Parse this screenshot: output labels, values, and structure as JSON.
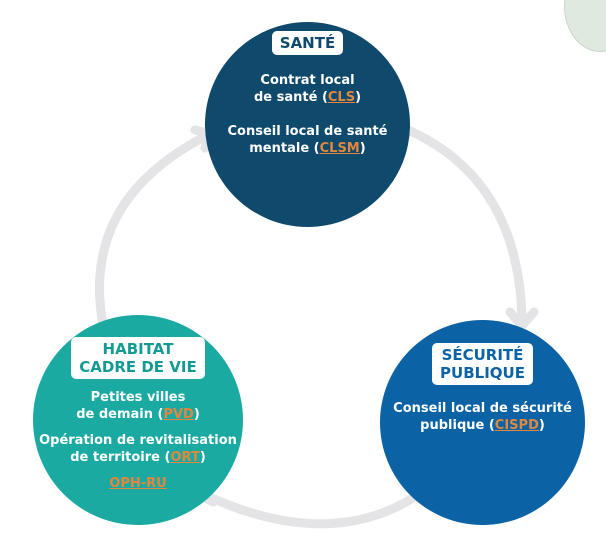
{
  "circles": {
    "sante": {
      "color": "#0f4a6d",
      "title": "SANTÉ",
      "items": [
        {
          "line1": "Contrat local",
          "line2_prefix": "de santé (",
          "acronym": "CLS",
          "suffix": ")"
        },
        {
          "line1": "Conseil local de santé",
          "line2_prefix": "mentale (",
          "acronym": "CLSM",
          "suffix": ")"
        }
      ]
    },
    "securite": {
      "color": "#0b63a6",
      "title_line1": "SÉCURITÉ",
      "title_line2": "PUBLIQUE",
      "items": [
        {
          "line1": "Conseil local de sécurité",
          "line2_prefix": "publique (",
          "acronym": "CISPD",
          "suffix": ")"
        }
      ]
    },
    "habitat": {
      "color": "#1aaaa2",
      "title_line1": "HABITAT",
      "title_line2": "CADRE DE VIE",
      "items": [
        {
          "line1": "Petites villes",
          "line2_prefix": "de demain (",
          "acronym": "PVD",
          "suffix": ")"
        },
        {
          "line1": "Opération de revitalisation",
          "line2_prefix": "de territoire (",
          "acronym": "ORT",
          "suffix": ")"
        }
      ],
      "extra": "OPH-RU"
    }
  },
  "colors": {
    "arrow": "#e4e4e6",
    "acronym": "#e2873d"
  }
}
